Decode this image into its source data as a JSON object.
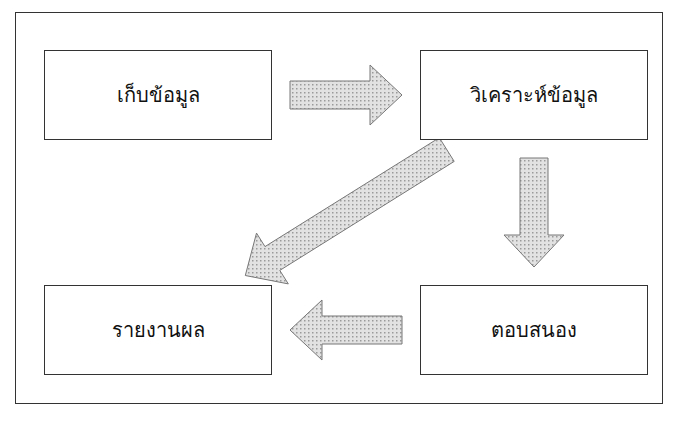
{
  "diagram": {
    "nodes": [
      {
        "text": [
          "เก็บข้อมูล"
        ]
      },
      {
        "text": [
          "วิเคราะห์ข้อมูล"
        ]
      },
      {
        "text": [
          "รายงานผล"
        ]
      },
      {
        "text": [
          "ตอบสนอง"
        ]
      }
    ],
    "edges": [
      {
        "from": 0,
        "to": 1,
        "arrow": "to"
      },
      {
        "from": 1,
        "to": 2,
        "arrow": "to"
      },
      {
        "from": 1,
        "to": 3,
        "arrow": "to"
      },
      {
        "from": 3,
        "to": 2,
        "arrow": "to"
      }
    ]
  }
}
